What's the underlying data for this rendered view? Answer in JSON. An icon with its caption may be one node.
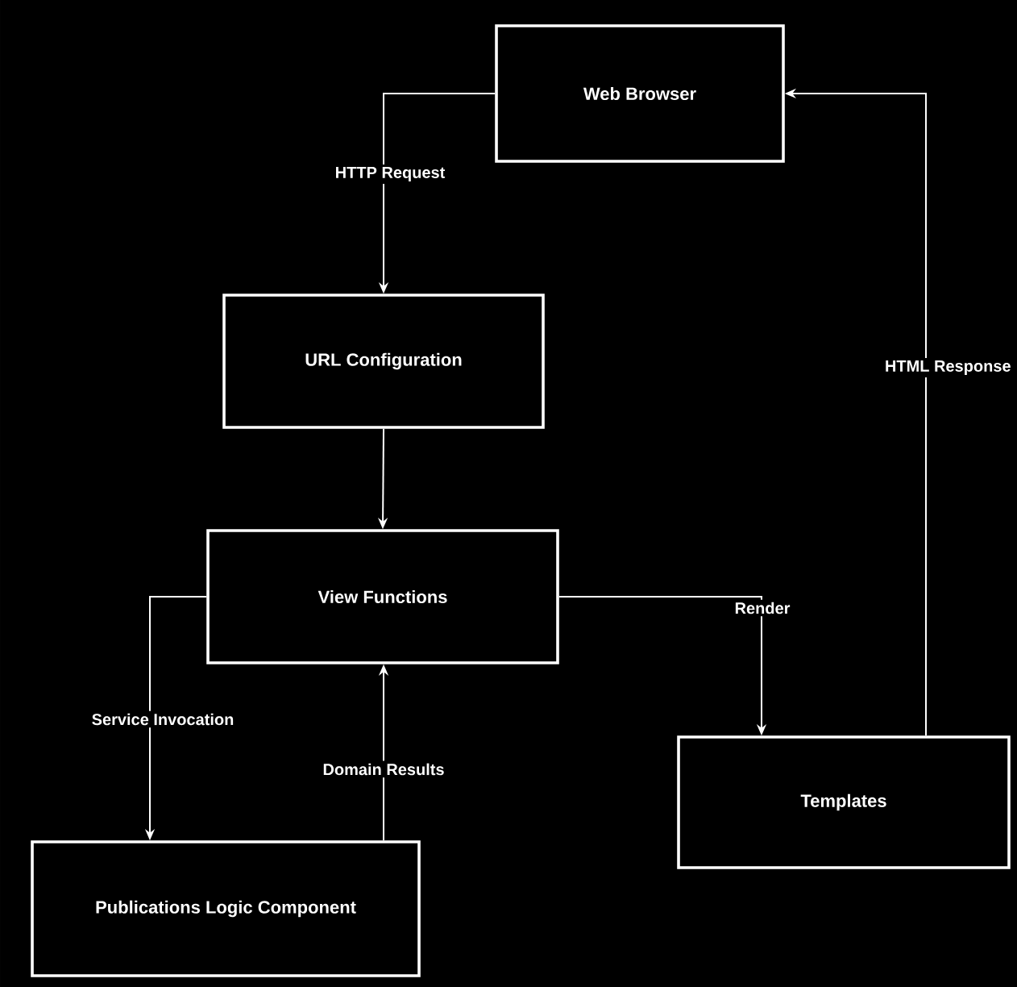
{
  "diagram": {
    "nodes": [
      {
        "text": [
          "Web Browser"
        ]
      },
      {
        "text": [
          "URL Configuration"
        ]
      },
      {
        "text": [
          "View Functions"
        ]
      },
      {
        "text": [
          "Templates"
        ]
      },
      {
        "text": [
          "Publications Logic Component"
        ]
      }
    ],
    "edges": [
      {
        "from": 0,
        "to": 1,
        "arrow": "to",
        "label": "HTTP Request"
      },
      {
        "from": 1,
        "to": 2,
        "arrow": "to"
      },
      {
        "from": 2,
        "to": 4,
        "arrow": "to",
        "label": "Service Invocation"
      },
      {
        "from": 4,
        "to": 2,
        "arrow": "to",
        "label": "Domain Results"
      },
      {
        "from": 2,
        "to": 3,
        "arrow": "to",
        "label": "Render"
      },
      {
        "from": 3,
        "to": 0,
        "arrow": "to",
        "label": "HTML Response"
      }
    ]
  }
}
